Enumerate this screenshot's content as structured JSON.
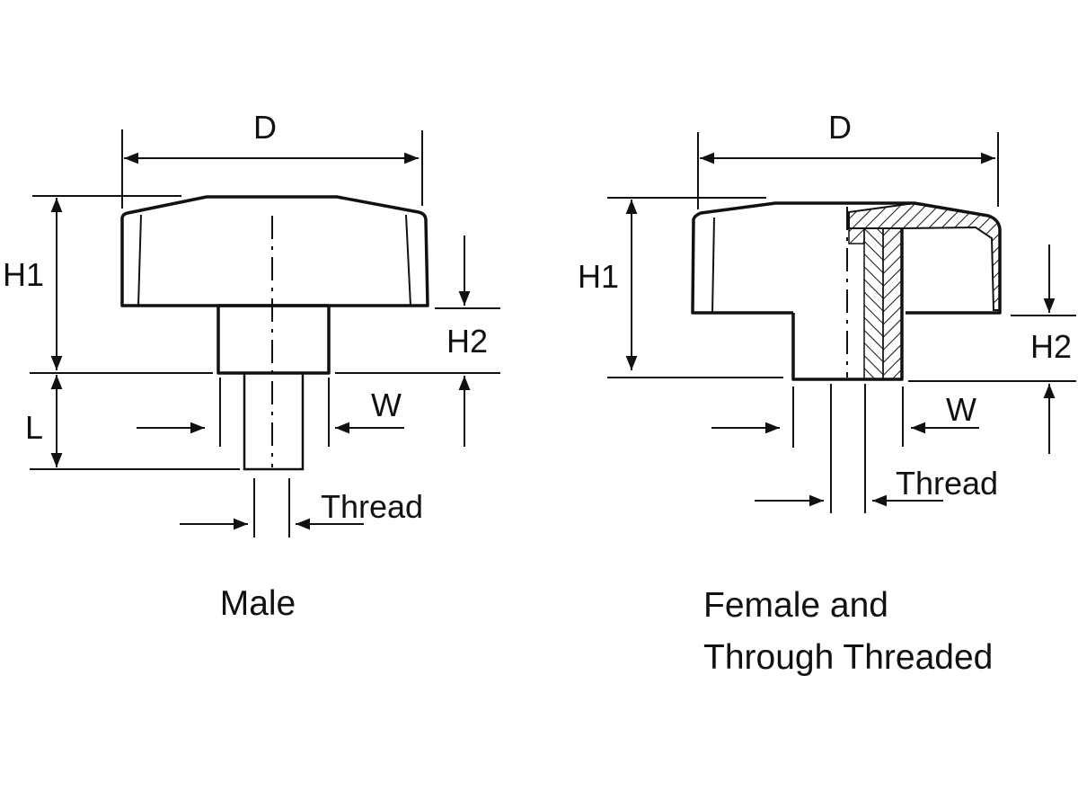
{
  "male": {
    "labels": {
      "d": "D",
      "h1": "H1",
      "h2": "H2",
      "l": "L",
      "w": "W",
      "thread": "Thread"
    },
    "caption": "Male"
  },
  "female": {
    "labels": {
      "d": "D",
      "h1": "H1",
      "h2": "H2",
      "w": "W",
      "thread": "Thread"
    },
    "caption_line1": "Female and",
    "caption_line2": "Through Threaded"
  },
  "colors": {
    "ink": "#111111",
    "background": "#ffffff"
  }
}
